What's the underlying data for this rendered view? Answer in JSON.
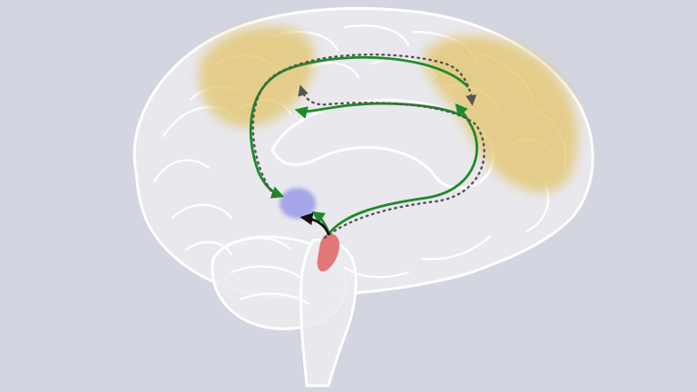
{
  "colors": {
    "background": "#d3d6e0",
    "brain_fill": "#ebebee",
    "brain_outline": "#ffffff",
    "prefrontal_region": "#e3c46b",
    "parietal_region": "#e3c46b",
    "thalamus_region": "#9a9ae8",
    "brainstem_nucleus": "#e26a6a",
    "pathway_green": "#1e8a2a",
    "pathway_dotted": "#555555",
    "pathway_black": "#111111"
  },
  "regions": [
    {
      "name": "prefrontal-cortex-region",
      "color_key": "prefrontal_region"
    },
    {
      "name": "parietal-cortex-region",
      "color_key": "parietal_region"
    },
    {
      "name": "thalamus-region",
      "color_key": "thalamus_region"
    },
    {
      "name": "brainstem-nucleus-region",
      "color_key": "brainstem_nucleus"
    }
  ],
  "pathways": [
    {
      "name": "green-pathway-outer",
      "style": "solid",
      "color_key": "pathway_green"
    },
    {
      "name": "green-pathway-inner",
      "style": "solid",
      "color_key": "pathway_green"
    },
    {
      "name": "dotted-pathway-outer",
      "style": "dotted",
      "color_key": "pathway_dotted"
    },
    {
      "name": "dotted-pathway-inner",
      "style": "dotted",
      "color_key": "pathway_dotted"
    },
    {
      "name": "black-pathway",
      "style": "solid",
      "color_key": "pathway_black"
    }
  ]
}
